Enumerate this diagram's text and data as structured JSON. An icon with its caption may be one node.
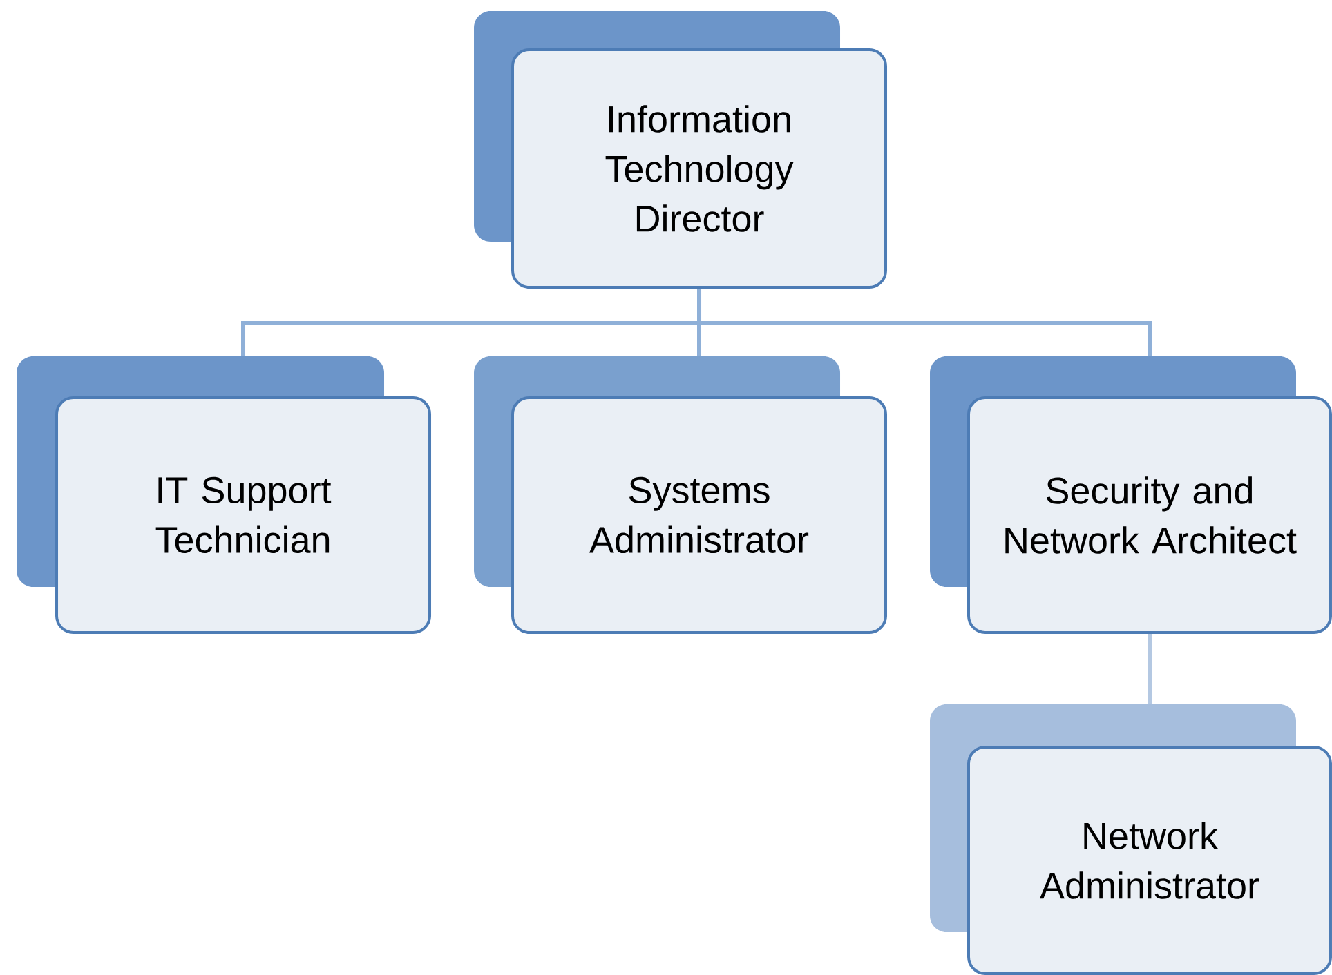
{
  "diagram": {
    "nodes": [
      {
        "text": [
          "Information Technology Director"
        ]
      },
      {
        "text": [
          "IT Support Technician"
        ]
      },
      {
        "text": [
          "Systems Administrator"
        ]
      },
      {
        "text": [
          "Security and Network Architect"
        ]
      },
      {
        "text": [
          "Network Administrator"
        ]
      }
    ],
    "edges": [
      {
        "from": 0,
        "to": 1,
        "arrow": "none"
      },
      {
        "from": 0,
        "to": 2,
        "arrow": "none"
      },
      {
        "from": 0,
        "to": 3,
        "arrow": "none"
      },
      {
        "from": 3,
        "to": 4,
        "arrow": "none",
        "color": "#b4c8e2"
      }
    ]
  }
}
